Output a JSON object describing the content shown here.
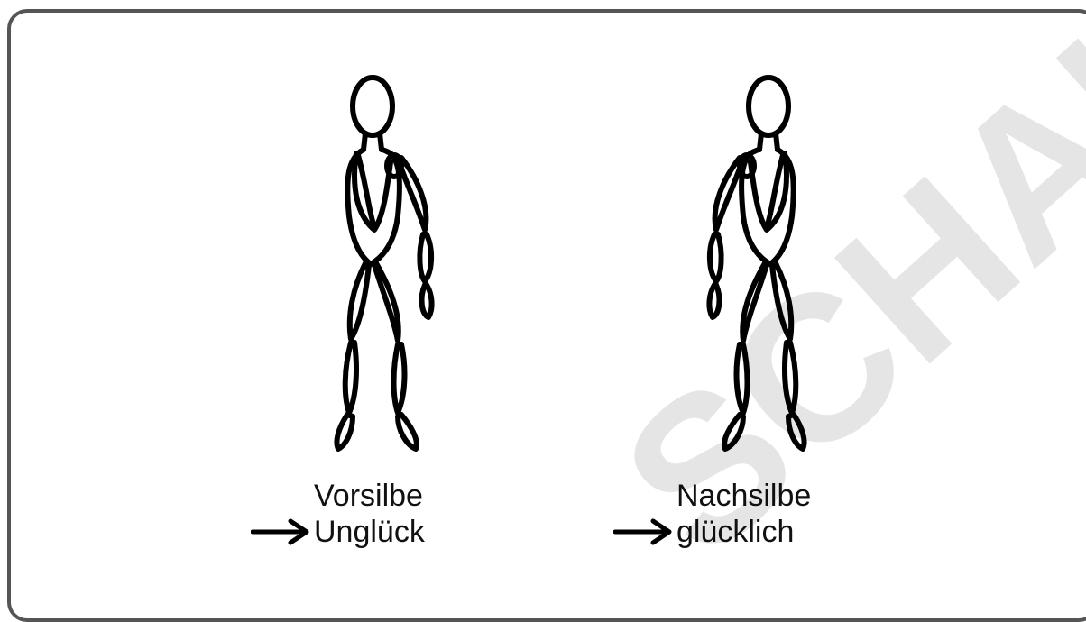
{
  "left_figure": {
    "prefix_label": "Vorsilbe",
    "example_word": "Unglück"
  },
  "right_figure": {
    "suffix_label": "Nachsilbe",
    "example_word": "glücklich"
  },
  "watermark_text": "SCHAU",
  "colors": {
    "border": "#555555",
    "ink": "#111111"
  },
  "icons": [
    "stick-figure-icon",
    "arrow-right-icon"
  ]
}
